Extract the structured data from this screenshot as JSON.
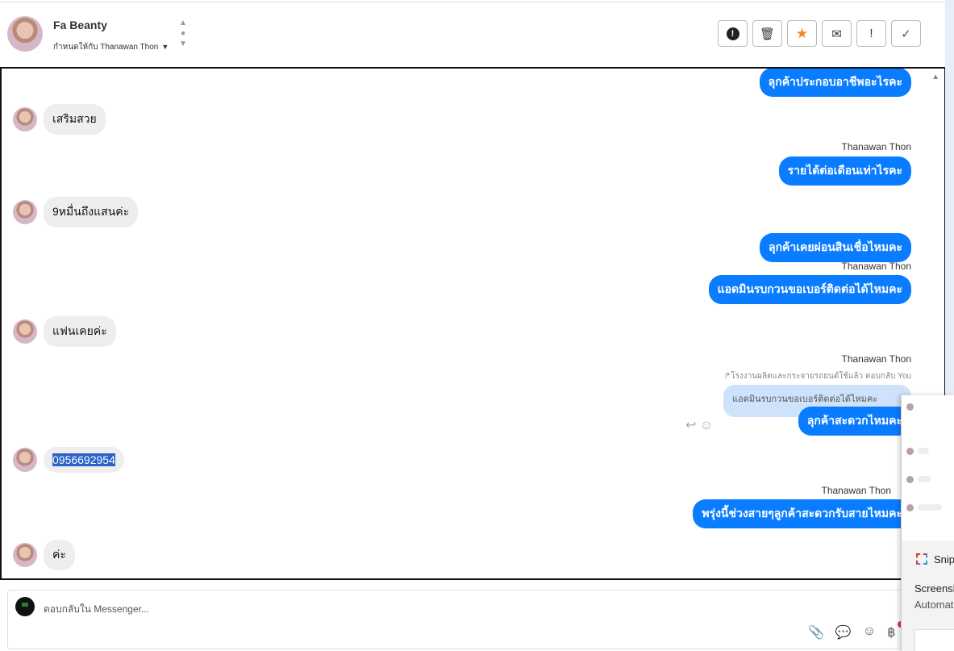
{
  "header": {
    "name": "Fa Beanty",
    "assigned_label": "กำหนดให้กับ Thanawan Thon",
    "actions": [
      {
        "icon": "alert-circle-icon",
        "glyph": "❗"
      },
      {
        "icon": "trash-icon",
        "glyph": "🗑"
      },
      {
        "icon": "star-icon",
        "glyph": "★",
        "color": "#f0881d"
      },
      {
        "icon": "envelope-icon",
        "glyph": "✉"
      },
      {
        "icon": "exclamation-icon",
        "glyph": "!"
      },
      {
        "icon": "check-icon",
        "glyph": "✓"
      }
    ]
  },
  "messages": {
    "out1": "ลุกค้าประกอบอาชีพอะไรคะ",
    "in1": "เสริมสวย",
    "sender1": "Thanawan Thon",
    "out2": "รายได้ต่อเดือนเท่าไรคะ",
    "in2": "9หมื่นถึงแสนค่ะ",
    "out3": "ลุกค้าเคยผ่อนสินเชื่อไหมคะ",
    "sender2": "Thanawan Thon",
    "out4": "แอดมินรบกวนขอเบอร์ติดต่อได้ไหมคะ",
    "in3": "แฟนเคยค่ะ",
    "sender3": "Thanawan Thon",
    "reply_context": "โรงงานผลิตและกระจายรถยนต์ใช้แล้ว ตอบกลับ You",
    "quoted": "แอดมินรบกวนขอเบอร์ติดต่อได้ไหมคะ",
    "out5": "ลุกค้าสะดวกไหมคะ",
    "in4": "0956692954",
    "sender4": "Thanawan Thon",
    "out6": "พรุ่งนี้ช่วงสายๆลูกค้าสะดวกรับสายไหมคะ",
    "in5": "ค่ะ"
  },
  "composer": {
    "placeholder": "ตอบกลับใน Messenger..."
  },
  "popup": {
    "title": "Snipp",
    "line1": "Screensh",
    "line2": "Automat"
  },
  "colors": {
    "outgoing": "#0a7cff",
    "incoming": "#eeeeee",
    "star": "#f0881d"
  }
}
